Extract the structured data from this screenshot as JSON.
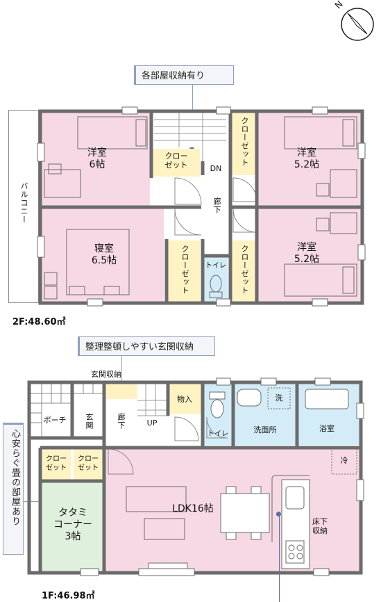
{
  "callouts": {
    "storage_2f": "各部屋収納有り",
    "entrance_storage": "整理整頓しやすい玄関収納",
    "tatami": "心安らぐ畳の部屋あり"
  },
  "floor2": {
    "area_label": "2F:48.60㎡",
    "balcony": "バルコニー",
    "rooms": {
      "western_6": "洋室\n6帖",
      "western_52_top": "洋室\n5.2帖",
      "bedroom": "寝室\n6.5帖",
      "western_52_bottom": "洋室\n5.2帖",
      "closet_center": "クロー\nゼット",
      "closet_tr": "クローゼット",
      "closet_bl": "クローゼット",
      "closet_br": "クローゼット",
      "toilet": "トイレ",
      "hallway": "廊下",
      "stairs": "DN"
    }
  },
  "floor1": {
    "area_label": "1F:46.98㎡",
    "rooms": {
      "entrance_storage": "玄関収納",
      "porch": "ポーチ",
      "genkan": "玄関",
      "hallway": "廊下",
      "stairs": "UP",
      "storage": "物入",
      "toilet": "トイレ",
      "washroom": "洗面所",
      "washer": "洗",
      "bathroom": "浴室",
      "closet_left": "クロー\nゼット",
      "closet_right": "クロー\nゼット",
      "tatami": "タタミ\nコーナー\n3帖",
      "ldk": "LDK16帖",
      "floor_storage": "床下\n収納",
      "fridge": "冷"
    }
  },
  "compass": {
    "label": "N"
  }
}
